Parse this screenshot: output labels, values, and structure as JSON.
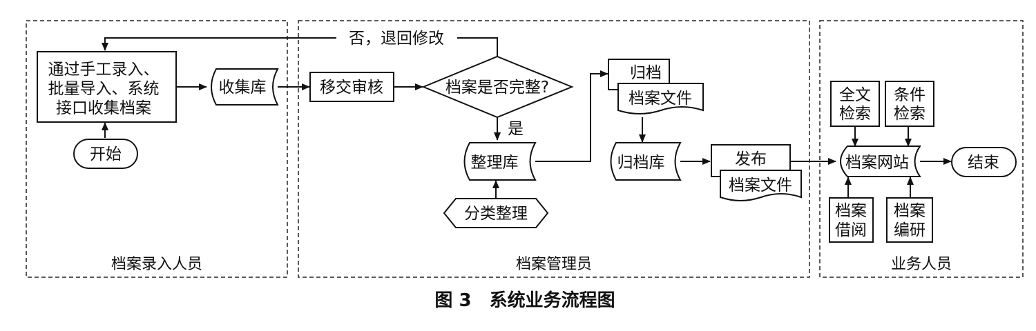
{
  "lanes": {
    "entry": "档案录入人员",
    "admin": "档案管理员",
    "business": "业务人员"
  },
  "nodes": {
    "collect_lines": [
      "通过手工录入、",
      "批量导入、系统",
      "接口收集档案"
    ],
    "start": "开始",
    "collection_db": "收集库",
    "transfer_review": "移交审核",
    "decision": "档案是否完整?",
    "no_return": "否，退回修改",
    "yes": "是",
    "organize_db": "整理库",
    "classify": "分类整理",
    "archive": "归档",
    "archive_file_1": "档案文件",
    "archive_db": "归档库",
    "publish": "发布",
    "archive_file_2": "档案文件",
    "fulltext_search": [
      "全文",
      "检索"
    ],
    "condition_search": [
      "条件",
      "检索"
    ],
    "archive_website": "档案网站",
    "end": "结束",
    "archive_borrow": [
      "档案",
      "借阅"
    ],
    "archive_compile": [
      "档案",
      "编研"
    ]
  },
  "caption": "图 3　系统业务流程图"
}
